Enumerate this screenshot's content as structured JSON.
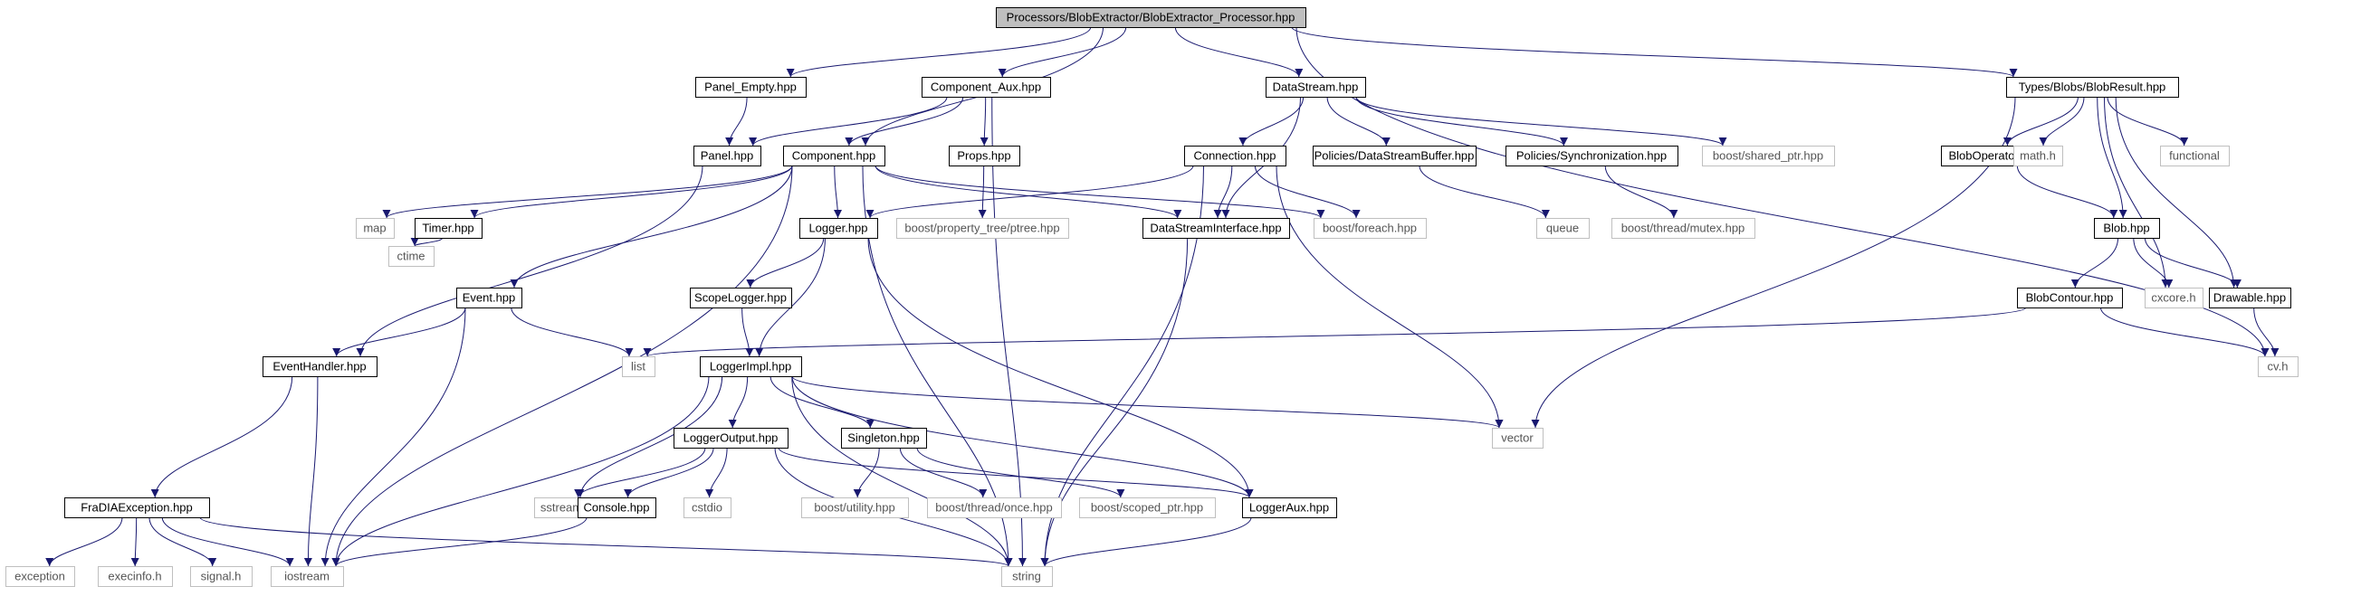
{
  "nodes": [
    {
      "id": "root",
      "label": "Processors/BlobExtractor/BlobExtractor_Processor.hpp",
      "kind": "root"
    },
    {
      "id": "panel_empty",
      "label": "Panel_Empty.hpp",
      "kind": "file"
    },
    {
      "id": "component_aux",
      "label": "Component_Aux.hpp",
      "kind": "file"
    },
    {
      "id": "datastream",
      "label": "DataStream.hpp",
      "kind": "file"
    },
    {
      "id": "blobresult",
      "label": "Types/Blobs/BlobResult.hpp",
      "kind": "file"
    },
    {
      "id": "panel",
      "label": "Panel.hpp",
      "kind": "file"
    },
    {
      "id": "component",
      "label": "Component.hpp",
      "kind": "file"
    },
    {
      "id": "props",
      "label": "Props.hpp",
      "kind": "file"
    },
    {
      "id": "connection",
      "label": "Connection.hpp",
      "kind": "file"
    },
    {
      "id": "ds_buffer",
      "label": "Policies/DataStreamBuffer.hpp",
      "kind": "file"
    },
    {
      "id": "sync",
      "label": "Policies/Synchronization.hpp",
      "kind": "file"
    },
    {
      "id": "shared_ptr",
      "label": "boost/shared_ptr.hpp",
      "kind": "ext"
    },
    {
      "id": "blobops",
      "label": "BlobOperators.hpp",
      "kind": "file"
    },
    {
      "id": "math",
      "label": "math.h",
      "kind": "ext"
    },
    {
      "id": "functional",
      "label": "functional",
      "kind": "ext"
    },
    {
      "id": "map",
      "label": "map",
      "kind": "ext"
    },
    {
      "id": "timer",
      "label": "Timer.hpp",
      "kind": "file"
    },
    {
      "id": "logger",
      "label": "Logger.hpp",
      "kind": "file"
    },
    {
      "id": "ptree",
      "label": "boost/property_tree/ptree.hpp",
      "kind": "ext"
    },
    {
      "id": "dsi",
      "label": "DataStreamInterface.hpp",
      "kind": "file"
    },
    {
      "id": "foreach",
      "label": "boost/foreach.hpp",
      "kind": "ext"
    },
    {
      "id": "queue",
      "label": "queue",
      "kind": "ext"
    },
    {
      "id": "mutex",
      "label": "boost/thread/mutex.hpp",
      "kind": "ext"
    },
    {
      "id": "blob",
      "label": "Blob.hpp",
      "kind": "file"
    },
    {
      "id": "ctime",
      "label": "ctime",
      "kind": "ext"
    },
    {
      "id": "event",
      "label": "Event.hpp",
      "kind": "file"
    },
    {
      "id": "scopelogger",
      "label": "ScopeLogger.hpp",
      "kind": "file"
    },
    {
      "id": "blobcontour",
      "label": "BlobContour.hpp",
      "kind": "file"
    },
    {
      "id": "cxcore",
      "label": "cxcore.h",
      "kind": "ext"
    },
    {
      "id": "drawable",
      "label": "Drawable.hpp",
      "kind": "file"
    },
    {
      "id": "eventhandler",
      "label": "EventHandler.hpp",
      "kind": "file"
    },
    {
      "id": "list",
      "label": "list",
      "kind": "ext"
    },
    {
      "id": "loggerimpl",
      "label": "LoggerImpl.hpp",
      "kind": "file"
    },
    {
      "id": "cv",
      "label": "cv.h",
      "kind": "ext"
    },
    {
      "id": "loggeroutput",
      "label": "LoggerOutput.hpp",
      "kind": "file"
    },
    {
      "id": "singleton",
      "label": "Singleton.hpp",
      "kind": "file"
    },
    {
      "id": "vector",
      "label": "vector",
      "kind": "ext"
    },
    {
      "id": "fradia",
      "label": "FraDIAException.hpp",
      "kind": "file"
    },
    {
      "id": "sstream",
      "label": "sstream",
      "kind": "ext"
    },
    {
      "id": "console",
      "label": "Console.hpp",
      "kind": "file"
    },
    {
      "id": "cstdio",
      "label": "cstdio",
      "kind": "ext"
    },
    {
      "id": "butility",
      "label": "boost/utility.hpp",
      "kind": "ext"
    },
    {
      "id": "bonce",
      "label": "boost/thread/once.hpp",
      "kind": "ext"
    },
    {
      "id": "scoped_ptr",
      "label": "boost/scoped_ptr.hpp",
      "kind": "ext"
    },
    {
      "id": "loggeraux",
      "label": "LoggerAux.hpp",
      "kind": "file"
    },
    {
      "id": "exception",
      "label": "exception",
      "kind": "ext"
    },
    {
      "id": "execinfo",
      "label": "execinfo.h",
      "kind": "ext"
    },
    {
      "id": "signal",
      "label": "signal.h",
      "kind": "ext"
    },
    {
      "id": "iostream",
      "label": "iostream",
      "kind": "ext"
    },
    {
      "id": "string",
      "label": "string",
      "kind": "ext"
    }
  ],
  "edges": [
    [
      "root",
      "panel_empty"
    ],
    [
      "root",
      "component_aux"
    ],
    [
      "root",
      "datastream"
    ],
    [
      "root",
      "blobresult"
    ],
    [
      "root",
      "component"
    ],
    [
      "root",
      "cv"
    ],
    [
      "panel_empty",
      "panel"
    ],
    [
      "component_aux",
      "panel"
    ],
    [
      "component_aux",
      "component"
    ],
    [
      "component_aux",
      "props"
    ],
    [
      "component_aux",
      "string"
    ],
    [
      "datastream",
      "connection"
    ],
    [
      "datastream",
      "ds_buffer"
    ],
    [
      "datastream",
      "sync"
    ],
    [
      "datastream",
      "shared_ptr"
    ],
    [
      "datastream",
      "dsi"
    ],
    [
      "blobresult",
      "blobops"
    ],
    [
      "blobresult",
      "math"
    ],
    [
      "blobresult",
      "functional"
    ],
    [
      "blobresult",
      "blob"
    ],
    [
      "blobresult",
      "cxcore"
    ],
    [
      "blobresult",
      "drawable"
    ],
    [
      "blobresult",
      "vector"
    ],
    [
      "panel",
      "eventhandler"
    ],
    [
      "component",
      "map"
    ],
    [
      "component",
      "timer"
    ],
    [
      "component",
      "logger"
    ],
    [
      "component",
      "dsi"
    ],
    [
      "component",
      "foreach"
    ],
    [
      "component",
      "event"
    ],
    [
      "component",
      "iostream"
    ],
    [
      "component",
      "string"
    ],
    [
      "props",
      "ptree"
    ],
    [
      "connection",
      "logger"
    ],
    [
      "connection",
      "dsi"
    ],
    [
      "connection",
      "foreach"
    ],
    [
      "connection",
      "string"
    ],
    [
      "connection",
      "vector"
    ],
    [
      "ds_buffer",
      "queue"
    ],
    [
      "sync",
      "mutex"
    ],
    [
      "blobops",
      "blob"
    ],
    [
      "timer",
      "ctime"
    ],
    [
      "logger",
      "scopelogger"
    ],
    [
      "logger",
      "loggerimpl"
    ],
    [
      "logger",
      "loggeraux"
    ],
    [
      "dsi",
      "string"
    ],
    [
      "blob",
      "blobcontour"
    ],
    [
      "blob",
      "cxcore"
    ],
    [
      "blob",
      "drawable"
    ],
    [
      "event",
      "eventhandler"
    ],
    [
      "event",
      "list"
    ],
    [
      "event",
      "iostream"
    ],
    [
      "scopelogger",
      "loggerimpl"
    ],
    [
      "blobcontour",
      "list"
    ],
    [
      "blobcontour",
      "cv"
    ],
    [
      "drawable",
      "cv"
    ],
    [
      "eventhandler",
      "fradia"
    ],
    [
      "eventhandler",
      "iostream"
    ],
    [
      "loggerimpl",
      "loggeroutput"
    ],
    [
      "loggerimpl",
      "singleton"
    ],
    [
      "loggerimpl",
      "vector"
    ],
    [
      "loggerimpl",
      "sstream"
    ],
    [
      "loggerimpl",
      "iostream"
    ],
    [
      "loggerimpl",
      "string"
    ],
    [
      "loggerimpl",
      "loggeraux"
    ],
    [
      "loggeroutput",
      "sstream"
    ],
    [
      "loggeroutput",
      "console"
    ],
    [
      "loggeroutput",
      "cstdio"
    ],
    [
      "loggeroutput",
      "string"
    ],
    [
      "loggeroutput",
      "loggeraux"
    ],
    [
      "singleton",
      "butility"
    ],
    [
      "singleton",
      "bonce"
    ],
    [
      "singleton",
      "scoped_ptr"
    ],
    [
      "console",
      "iostream"
    ],
    [
      "loggeraux",
      "string"
    ],
    [
      "fradia",
      "exception"
    ],
    [
      "fradia",
      "execinfo"
    ],
    [
      "fradia",
      "signal"
    ],
    [
      "fradia",
      "iostream"
    ],
    [
      "fradia",
      "string"
    ]
  ],
  "colors": {
    "edge": "#191970",
    "root_fill": "#bfbfbf",
    "file_border": "#000000",
    "ext_border": "#bfbfbf",
    "ext_text": "#555555"
  }
}
